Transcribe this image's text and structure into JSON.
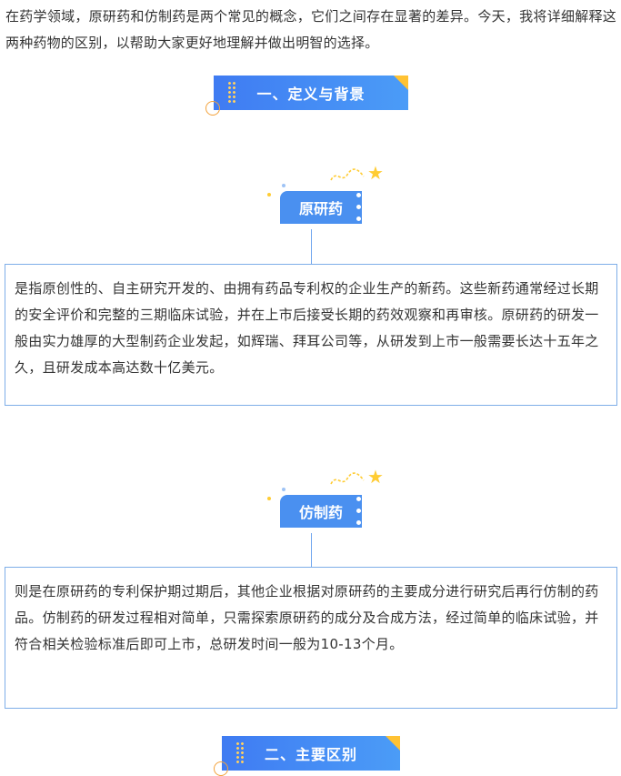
{
  "intro": "在药学领域，原研药和仿制药是两个常见的概念，它们之间存在显著的差异。今天，我将详细解释这两种药物的区别，以帮助大家更好地理解并做出明智的选择。",
  "sections": [
    {
      "title": "一、定义与背景"
    },
    {
      "title": "二、主要区别"
    }
  ],
  "terms": [
    {
      "label": "原研药",
      "text": "是指原创性的、自主研究开发的、由拥有药品专利权的企业生产的新药。这些新药通常经过长期的安全评价和完整的三期临床试验，并在上市后接受长期的药效观察和再审核。原研药的研发一般由实力雄厚的大型制药企业发起，如辉瑞、拜耳公司等，从研发到上市一般需要长达十五年之久，且研发成本高达数十亿美元。"
    },
    {
      "label": "仿制药",
      "text": "则是在原研药的专利保护期过期后，其他企业根据对原研药的主要成分进行研究后再行仿制的药品。仿制药的研发过程相对简单，只需探索原研药的成分及合成方法，经过简单的临床试验，并符合相关检验标准后即可上市，总研发时间一般为10-13个月。"
    }
  ],
  "colors": {
    "accent_blue": "#3f7bf2",
    "badge_blue": "#4a90f0",
    "border_blue": "#7eaee8",
    "accent_yellow": "#ffc233",
    "accent_orange": "#f3a23b"
  },
  "icons": [
    "star-icon",
    "squiggle-decoration",
    "dot-grid-decoration",
    "ring-decoration"
  ]
}
